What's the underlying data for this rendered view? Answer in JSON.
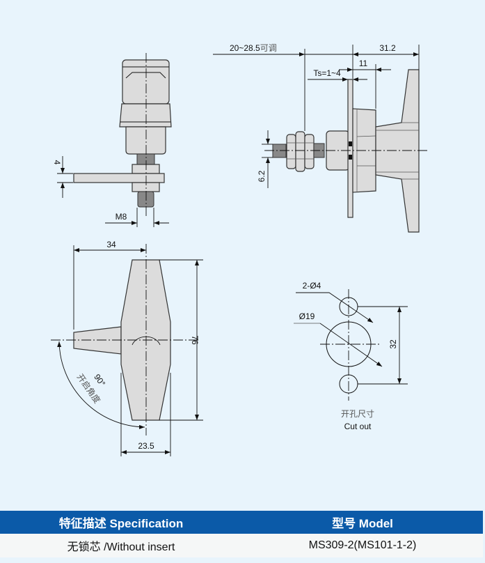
{
  "side_view": {
    "thickness_label": "4",
    "thread_label": "M8"
  },
  "front_view": {
    "width_label": "34",
    "height_label": "76",
    "base_label": "23.5",
    "angle_label": "90°",
    "angle_caption": "开启角度"
  },
  "install_view": {
    "adjust_label": "20~28.5",
    "adjust_suffix": "可调",
    "length_label": "31.2",
    "depth_label": "11",
    "panel_label": "Ts=1~4",
    "stud_label": "6.2"
  },
  "cutout": {
    "small_hole_label": "2-Ø4",
    "big_hole_label": "Ø19",
    "spacing_label": "32",
    "caption_cn": "开孔尺寸",
    "caption_en": "Cut out"
  },
  "table": {
    "headers": [
      "特征描述 Specification",
      "型号 Model"
    ],
    "rows": [
      [
        "无锁芯 /Without insert",
        "MS309-2(MS101-1-2)"
      ]
    ]
  },
  "colors": {
    "header_bg": "#0b5aa8",
    "page_bg": "#e8f4fc"
  }
}
